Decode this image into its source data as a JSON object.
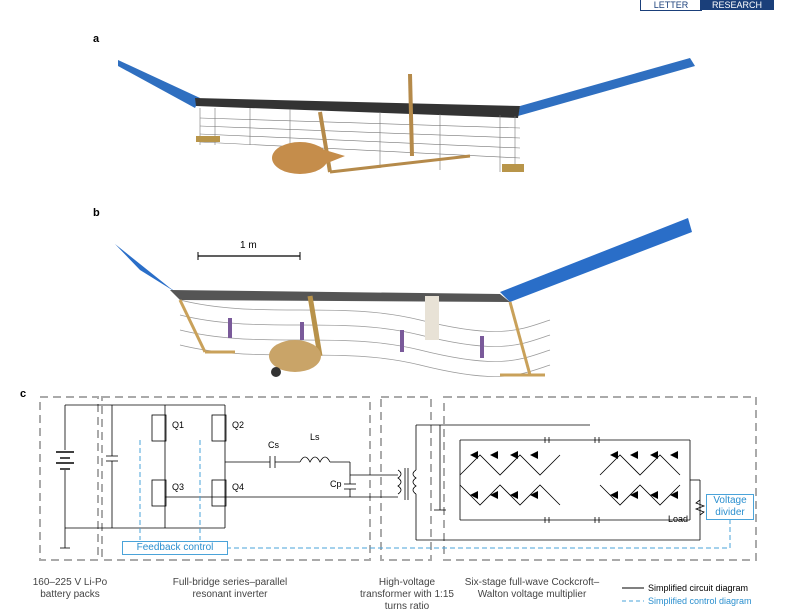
{
  "header": {
    "left_tag": "LETTER",
    "right_tag": "RESEARCH"
  },
  "panels": {
    "a": "a",
    "b": "b",
    "c": "c"
  },
  "scale_bar": "1 m",
  "circuit": {
    "components": {
      "q1": "Q1",
      "q2": "Q2",
      "q3": "Q3",
      "q4": "Q4",
      "cs": "Cs",
      "ls": "Ls",
      "cp": "Cp",
      "load": "Load"
    },
    "feedback_label": "Feedback control",
    "voltage_divider_label": "Voltage divider",
    "captions": {
      "battery": "160–225 V Li-Po battery packs",
      "inverter": "Full-bridge series–parallel resonant inverter",
      "transformer": "High-voltage transformer with 1:15 turns ratio",
      "multiplier": "Six-stage full-wave Cockcroft–Walton voltage multiplier"
    },
    "legend": {
      "circuit": "Simplified circuit diagram",
      "control": "Simplified control diagram"
    }
  },
  "colors": {
    "control": "#4aa3d9",
    "wing_blue": "#2f6fc0",
    "navy": "#1a3f7a"
  }
}
